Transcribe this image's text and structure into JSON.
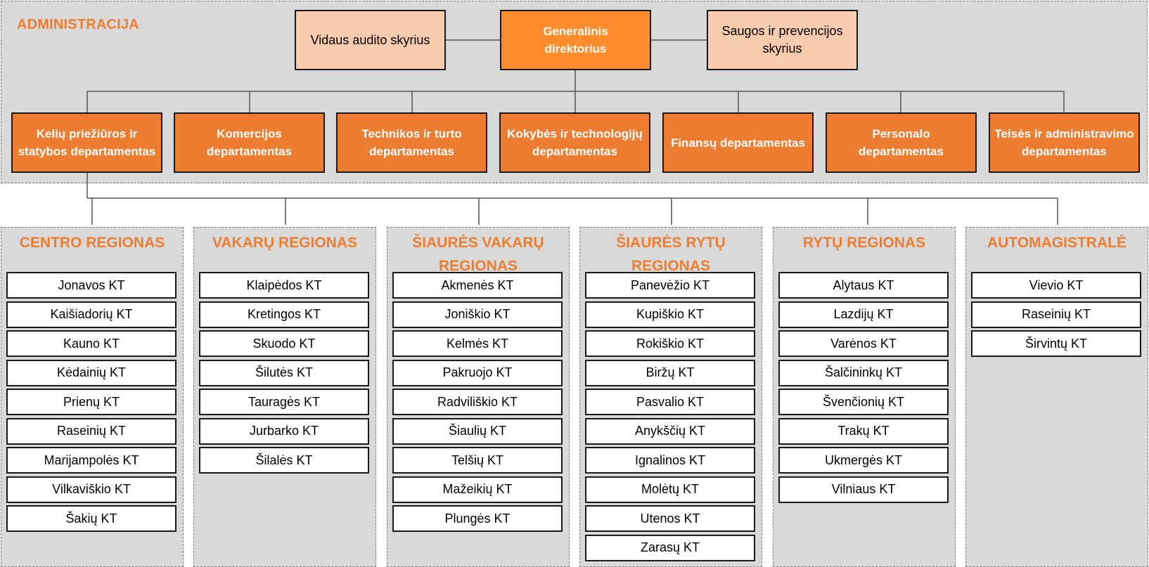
{
  "administration": {
    "title": "ADMINISTRACIJA",
    "director": "Generalinis direktorius",
    "internal_audit": "Vidaus audito skyrius",
    "security": "Saugos ir prevencijos skyrius",
    "departments": [
      "Kelių priežiūros ir statybos departamentas",
      "Komercijos departamentas",
      "Technikos ir turto departamentas",
      "Kokybės ir technologijų departamentas",
      "Finansų departamentas",
      "Personalo departamentas",
      "Teisės ir administravimo departamentas"
    ]
  },
  "regions": [
    {
      "title": "CENTRO REGIONAS",
      "units": [
        "Jonavos KT",
        "Kaišiadorių KT",
        "Kauno KT",
        "Kėdainių KT",
        "Prienų KT",
        "Raseinių KT",
        "Marijampolės KT",
        "Vilkaviškio KT",
        "Šakių KT"
      ]
    },
    {
      "title": "VAKARŲ REGIONAS",
      "units": [
        "Klaipėdos KT",
        "Kretingos KT",
        "Skuodo KT",
        "Šilutės KT",
        "Tauragės KT",
        "Jurbarko KT",
        "Šilalės KT"
      ]
    },
    {
      "title": "ŠIAURĖS VAKARŲ REGIONAS",
      "units": [
        "Akmenės KT",
        "Joniškio KT",
        "Kelmės KT",
        "Pakruojo KT",
        "Radviliškio KT",
        "Šiaulių KT",
        "Telšių KT",
        "Mažeikių KT",
        "Plungės KT"
      ]
    },
    {
      "title": "ŠIAURĖS RYTŲ REGIONAS",
      "units": [
        "Panevėžio KT",
        "Kupiškio KT",
        "Rokiškio KT",
        "Biržų KT",
        "Pasvalio KT",
        "Anykščių KT",
        "Ignalinos KT",
        "Molėtų KT",
        "Utenos KT",
        "Zarasų KT"
      ]
    },
    {
      "title": "RYTŲ REGIONAS",
      "units": [
        "Alytaus KT",
        "Lazdijų KT",
        "Varėnos KT",
        "Šalčininkų KT",
        "Švenčionių KT",
        "Trakų KT",
        "Ukmergės KT",
        "Vilniaus KT"
      ]
    },
    {
      "title": "AUTOMAGISTRALĖ",
      "units": [
        "Vievio KT",
        "Raseinių KT",
        "Širvintų KT"
      ]
    }
  ],
  "colors": {
    "accent": "#ed7d31",
    "director": "#ff8c2a",
    "side_box": "#f8cbad",
    "background_panel": "#d9d9d9"
  }
}
